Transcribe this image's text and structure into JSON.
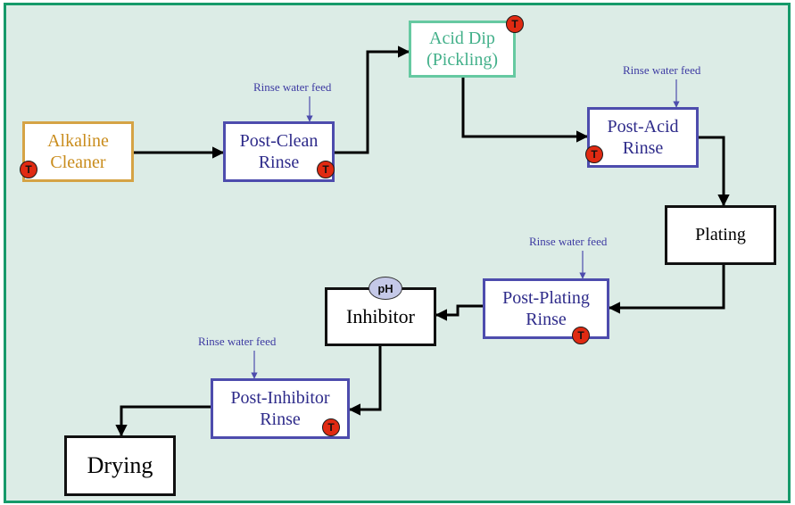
{
  "colors": {
    "background": "#dcece6",
    "frame_border": "#169a6a",
    "rinse_border": "#4d4cad",
    "alkaline": "#c98c1c",
    "acid": "#43b08a",
    "temp_sensor": "#e02a12",
    "ph_sensor": "#c5c9e8"
  },
  "sensors": {
    "temp": "T",
    "ph": "pH"
  },
  "feed_label": "Rinse water feed",
  "stages": {
    "alkaline": "Alkaline\nCleaner",
    "post_clean": "Post-Clean\nRinse",
    "acid_dip": "Acid Dip\n(Pickling)",
    "post_acid": "Post-Acid\nRinse",
    "plating": "Plating",
    "post_plating": "Post-Plating\nRinse",
    "inhibitor": "Inhibitor",
    "post_inhibitor": "Post-Inhibitor\nRinse",
    "drying": "Drying"
  }
}
